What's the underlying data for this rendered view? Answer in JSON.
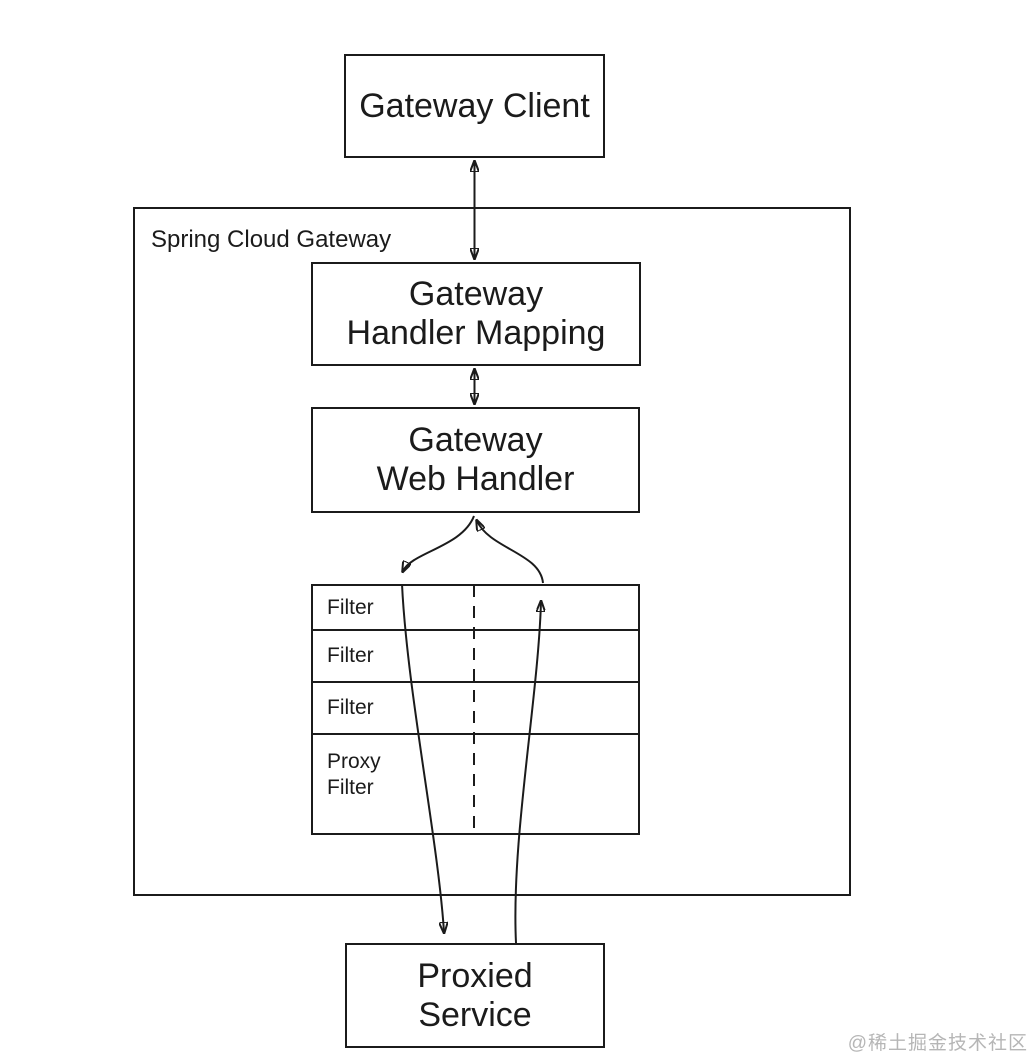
{
  "diagram": {
    "client": {
      "label": "Gateway Client"
    },
    "container": {
      "label": "Spring Cloud Gateway"
    },
    "handler_mapping": {
      "label": "Gateway Handler Mapping"
    },
    "web_handler": {
      "label": "Gateway Web Handler"
    },
    "filter_chain": {
      "rows": [
        "Filter",
        "Filter",
        "Filter",
        "Proxy Filter"
      ]
    },
    "proxied_service": {
      "label": "Proxied Service"
    },
    "colors": {
      "line": "#1b1b1b",
      "background": "#ffffff",
      "watermark_gray": "#b6b6b6"
    }
  },
  "watermark": {
    "text": "@稀土掘金技术社区"
  }
}
